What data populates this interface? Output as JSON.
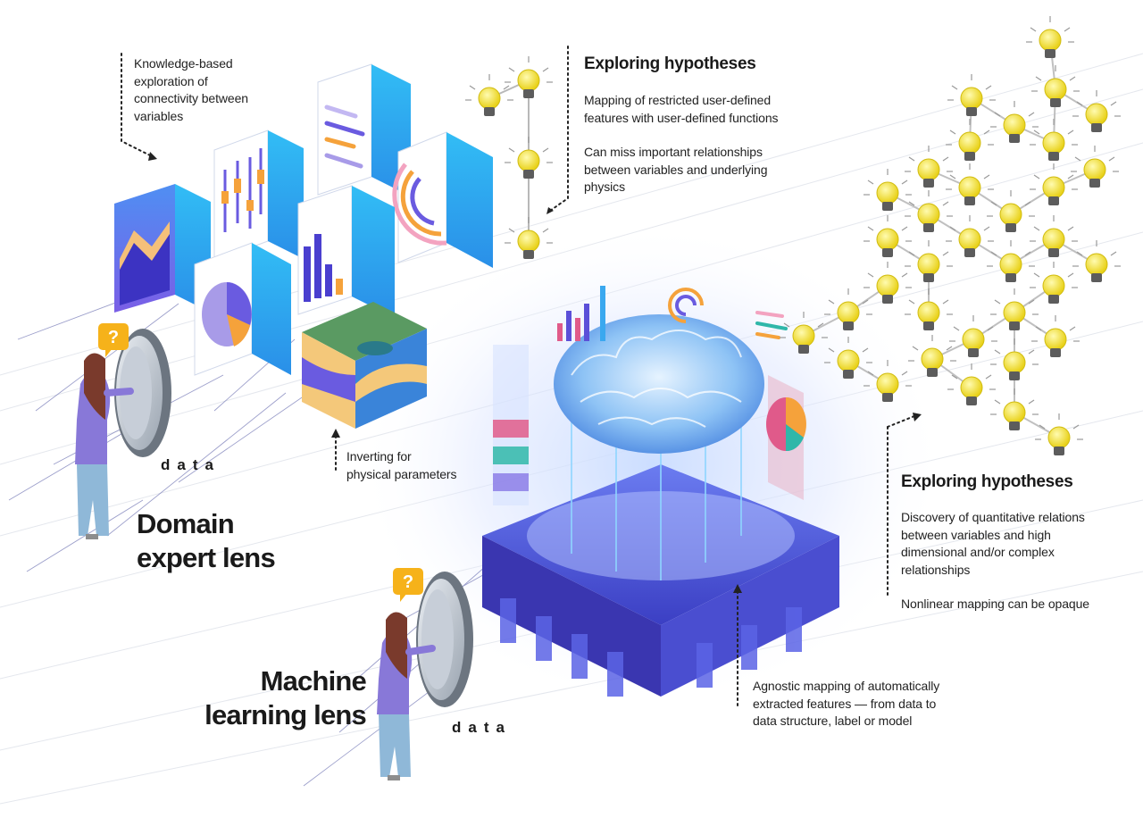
{
  "domain_expert": {
    "title_line1": "Domain",
    "title_line2": "expert lens",
    "data_label": "data",
    "knowledge_note": {
      "line1": "Knowledge-based",
      "line2": "exploration of",
      "line3": "connectivity between",
      "line4": "variables"
    },
    "inverting_note": {
      "line1": "Inverting for",
      "line2": "physical parameters"
    },
    "hypotheses": {
      "heading": "Exploring hypotheses",
      "p1_line1": "Mapping of restricted user-defined",
      "p1_line2": "features with user-defined functions",
      "p2_line1": "Can miss important relationships",
      "p2_line2": "between variables and underlying",
      "p2_line3": "physics"
    }
  },
  "machine_learning": {
    "title_line1": "Machine",
    "title_line2": "learning lens",
    "data_label": "data",
    "agnostic_note": {
      "line1": "Agnostic mapping of automatically",
      "line2": "extracted features — from data to",
      "line3": "data structure, label or model"
    },
    "hypotheses": {
      "heading": "Exploring hypotheses",
      "p1_line1": "Discovery of quantitative relations",
      "p1_line2": "between variables and high",
      "p1_line3": "dimensional and/or complex",
      "p1_line4": "relationships",
      "p2_line1": "Nonlinear mapping can be opaque"
    }
  },
  "colors": {
    "cube_blue": "#3aa8ef",
    "cube_purple": "#6a5be0",
    "bulb_yellow": "#f2e23a",
    "person_purple": "#8878d8",
    "speech_bubble": "#f6b21a"
  }
}
